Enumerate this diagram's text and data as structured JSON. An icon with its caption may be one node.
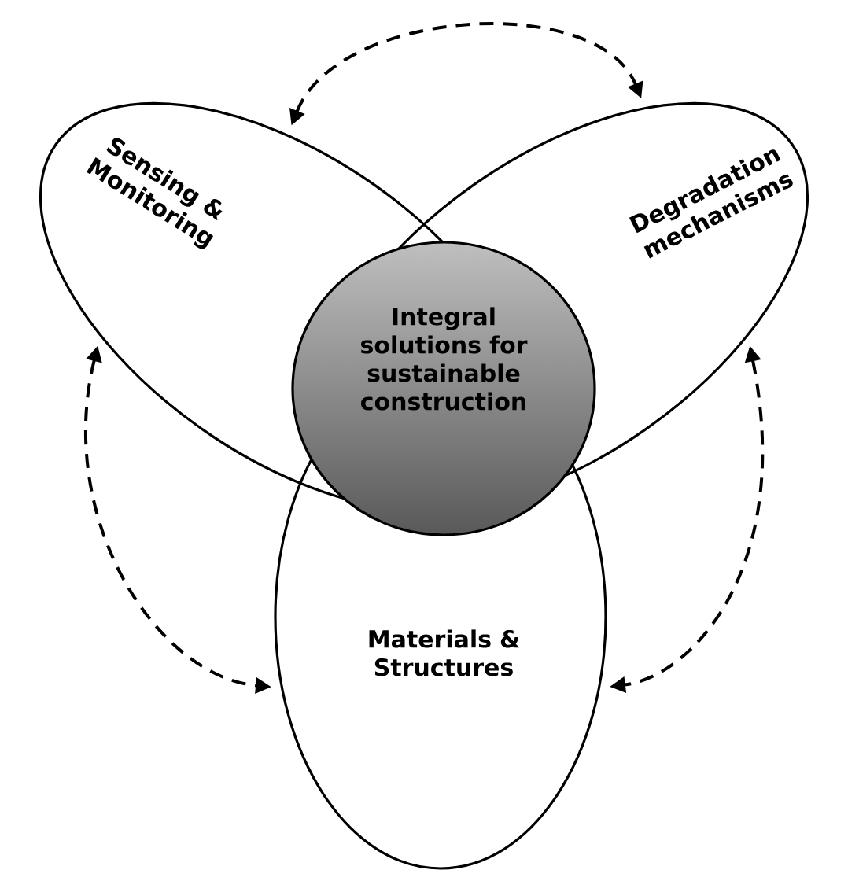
{
  "diagram": {
    "nodes": [
      {
        "text": [
          "Sensing & Monitoring"
        ]
      },
      {
        "text": [
          "Degradation mechanisms"
        ]
      },
      {
        "text": [
          "Integral solutions for sustainable construction"
        ]
      },
      {
        "text": [
          "Materials & Structures"
        ]
      }
    ],
    "edges": [
      {
        "from": 0,
        "to": 1,
        "arrow": "both",
        "style": "dashed"
      },
      {
        "from": 0,
        "to": 3,
        "arrow": "both",
        "style": "dashed"
      },
      {
        "from": 1,
        "to": 3,
        "arrow": "both",
        "style": "dashed"
      }
    ]
  }
}
